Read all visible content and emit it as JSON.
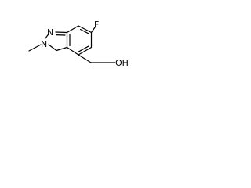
{
  "molecule": {
    "atoms": {
      "fluorine": "F",
      "nitrogen_1": "N",
      "nitrogen_2": "N",
      "hydroxyl": "OH"
    }
  }
}
